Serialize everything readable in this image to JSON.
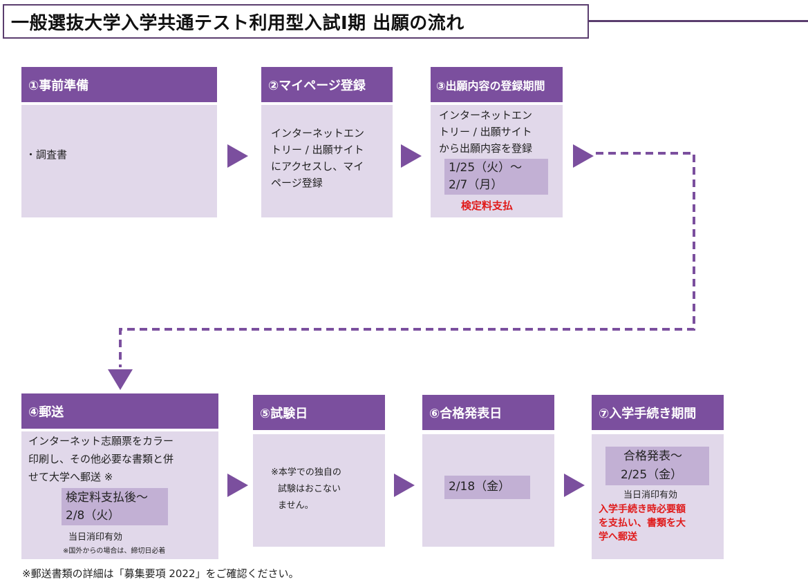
{
  "title": "一般選抜大学入学共通テスト利用型入試Ⅰ期 出願の流れ",
  "steps": [
    {
      "head": "①事前準備",
      "body": [
        "・調査書"
      ]
    },
    {
      "head": "②マイページ登録",
      "body": [
        "インターネットエン",
        "トリー / 出願サイト",
        "にアクセスし、マイ",
        "ページ登録"
      ]
    },
    {
      "head": "③出願内容の登録期間",
      "body": [
        "インターネットエン",
        "トリー / 出願サイト",
        "から出願内容を登録"
      ],
      "period": [
        "1/25（火）～",
        "2/7（月）"
      ],
      "note": "検定料支払"
    },
    {
      "head": "④郵送",
      "body": [
        "インターネット志願票をカラー",
        "印刷し、その他必要な書類と併",
        "せて大学へ郵送 ※"
      ],
      "period": [
        "検定料支払後～",
        "2/8（火）"
      ],
      "note": "当日消印有効",
      "subnote": "※国外からの場合は、締切日必着"
    },
    {
      "head": "⑤試験日",
      "body": [
        "※本学での独自の",
        "試験はおこない",
        "ません。"
      ]
    },
    {
      "head": "⑥合格発表日",
      "period": [
        "2/18（金）"
      ]
    },
    {
      "head": "⑦入学手続き期間",
      "period": [
        "合格発表～",
        "2/25（金）"
      ],
      "note": "当日消印有効",
      "red_note": [
        "入学手続き時必要額",
        "を支払い、書類を大",
        "学へ郵送"
      ]
    }
  ],
  "footnote": "※郵送書類の詳細は「募集要項 2022」をご確認ください。",
  "colors": {
    "header": "#7b4f9e",
    "body": "#e1d8ea",
    "highlight": "#c2b0d4",
    "accent_red": "#e01b1b"
  }
}
